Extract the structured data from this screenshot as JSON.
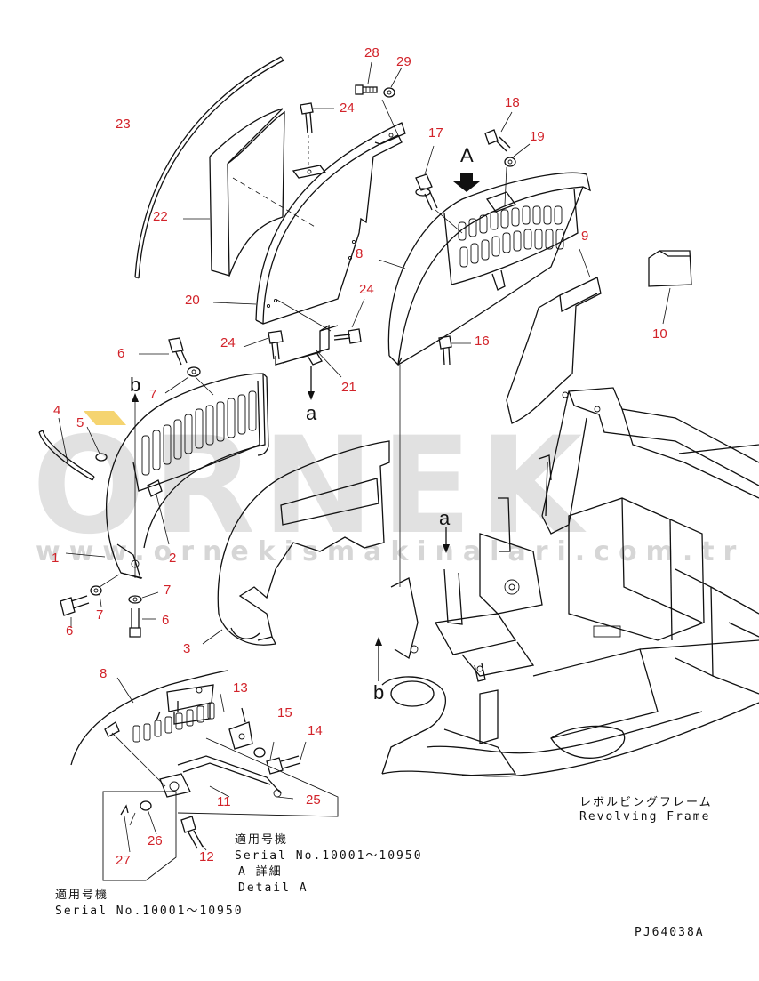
{
  "watermark": {
    "brand": "ORNEK",
    "url": "www.ornekismakinalari.com.tr",
    "brand_color": "#c9c9c9",
    "accent_color": "#f2c94c"
  },
  "callouts": {
    "c1": "1",
    "c2": "2",
    "c3": "3",
    "c4": "4",
    "c5": "5",
    "c6a": "6",
    "c6b": "6",
    "c6c": "6",
    "c7a": "7",
    "c7b": "7",
    "c7c": "7",
    "c8a": "8",
    "c8b": "8",
    "c9": "9",
    "c10": "10",
    "c11": "11",
    "c12": "12",
    "c13": "13",
    "c14": "14",
    "c15": "15",
    "c16": "16",
    "c17": "17",
    "c18": "18",
    "c19": "19",
    "c20": "20",
    "c21": "21",
    "c22": "22",
    "c23": "23",
    "c24a": "24",
    "c24b": "24",
    "c24c": "24",
    "c25": "25",
    "c26": "26",
    "c27": "27",
    "c28": "28",
    "c29": "29"
  },
  "view_letters": {
    "A": "A",
    "a_top": "a",
    "a_mid": "a",
    "b_left": "b",
    "b_bottom": "b"
  },
  "notes": {
    "frame_jp": "レボルビングフレーム",
    "frame_en": "Revolving Frame",
    "applic_jp_1": "適用号機",
    "serial_1": "Serial No.10001～10950",
    "detail_jp": "A 詳細",
    "detail_en": "Detail A",
    "applic_jp_2": "適用号機",
    "serial_2": "Serial No.10001～10950",
    "drawing_code": "PJ64038A"
  },
  "colors": {
    "callout": "#d2232a",
    "line": "#111111"
  }
}
